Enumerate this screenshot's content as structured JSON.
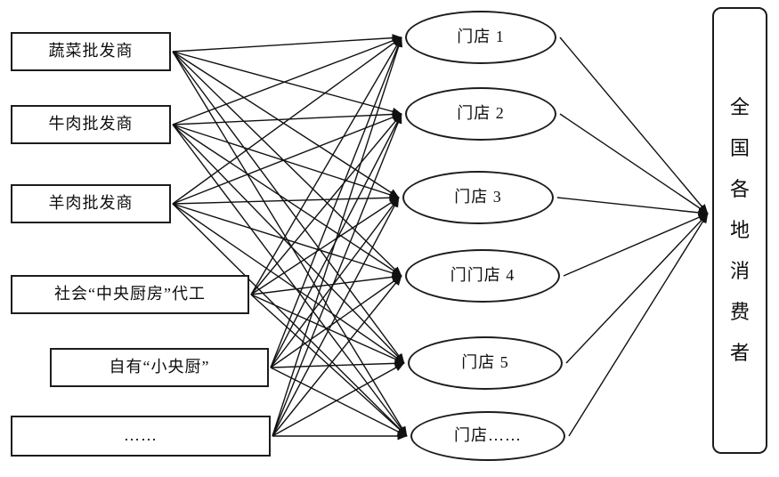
{
  "diagram": {
    "suppliers": [
      {
        "label": "蔬菜批发商"
      },
      {
        "label": "牛肉批发商"
      },
      {
        "label": "羊肉批发商"
      },
      {
        "label": "社会“中央厨房”代工"
      },
      {
        "label": "自有“小央厨”"
      },
      {
        "label": "……"
      }
    ],
    "stores": [
      {
        "label": "门店 1"
      },
      {
        "label": "门店 2"
      },
      {
        "label": "门店 3"
      },
      {
        "label": "门门店 4"
      },
      {
        "label": "门店 5"
      },
      {
        "label": "门店……"
      }
    ],
    "consumer": {
      "label": "全国各地消费者"
    },
    "colors": {
      "line": "#111111",
      "border": "#1c1c1c",
      "background": "#ffffff"
    }
  }
}
